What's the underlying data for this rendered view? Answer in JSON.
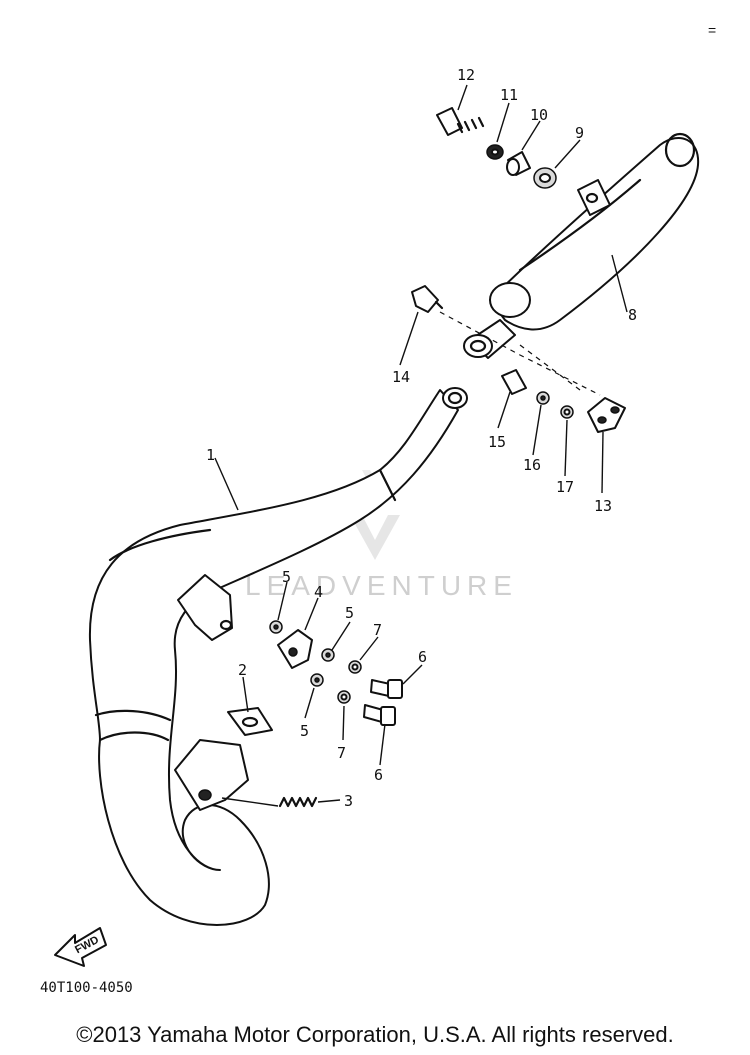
{
  "corner_mark": "=",
  "watermark": "LEADVENTURE",
  "drawing_code": "40T100-4050",
  "copyright": "©2013 Yamaha Motor Corporation, U.S.A. All rights reserved.",
  "fwd_label": "FWD",
  "parts": [
    "1",
    "2",
    "3",
    "4",
    "5",
    "6",
    "7",
    "8",
    "9",
    "10",
    "11",
    "12",
    "13",
    "14",
    "15",
    "16",
    "17"
  ]
}
